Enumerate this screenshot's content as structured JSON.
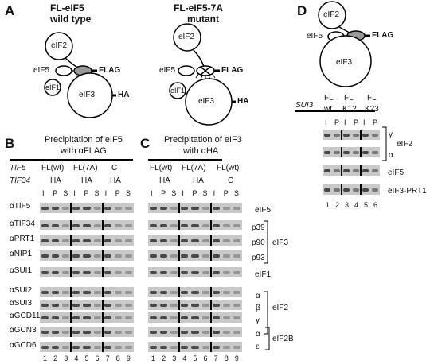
{
  "panelA": {
    "letter": "A",
    "wt_title_1": "FL-eIF5",
    "wt_title_2": "wild type",
    "mut_title_1": "FL-eIF5-7A",
    "mut_title_2": "mutant",
    "eIF2": "eIF2",
    "eIF5": "eIF5",
    "eIF1": "eIF1",
    "eIF3": "eIF3",
    "FLAG": "FLAG",
    "HA": "HA"
  },
  "panelB": {
    "letter": "B",
    "title_1": "Precipitation of eIF5",
    "title_2": "with αFLAG",
    "gene1": "TIF5",
    "gene2": "TIF34",
    "groups": [
      "FL(wt)",
      "FL(7A)",
      "C"
    ],
    "tag": [
      "HA",
      "HA",
      "HA"
    ],
    "lanes": [
      "I",
      "P",
      "S",
      "I",
      "P",
      "S",
      "I",
      "P",
      "S"
    ],
    "lane_numbers": [
      "1",
      "2",
      "3",
      "4",
      "5",
      "6",
      "7",
      "8",
      "9"
    ],
    "antibodies": [
      "αTIF5",
      "αTIF34",
      "αPRT1",
      "αNIP1",
      "αSUI1",
      "αSUI2",
      "αSUI3",
      "αGCD11",
      "αGCN3",
      "αGCD6"
    ]
  },
  "panelC": {
    "letter": "C",
    "title_1": "Precipitation of eIF3",
    "title_2": "with αHA",
    "groups": [
      "FL(wt)",
      "FL(7A)",
      "FL(wt)"
    ],
    "tag": [
      "HA",
      "HA",
      "C"
    ],
    "lanes": [
      "I",
      "P",
      "S",
      "I",
      "P",
      "S",
      "I",
      "P",
      "S"
    ],
    "lane_numbers": [
      "1",
      "2",
      "3",
      "4",
      "5",
      "6",
      "7",
      "8",
      "9"
    ],
    "right_labels": {
      "eIF5": "eIF5",
      "p39": "p39",
      "p90": "p90",
      "p93": "p93",
      "eIF3": "eIF3",
      "eIF1": "eIF1",
      "alpha": "α",
      "beta": "β",
      "gamma": "γ",
      "eIF2": "eIF2",
      "alpha2": "α",
      "epsilon": "ε",
      "eIF2B": "eIF2B"
    }
  },
  "panelD": {
    "letter": "D",
    "eIF2": "eIF2",
    "eIF5": "eIF5",
    "eIF3": "eIF3",
    "FLAG": "FLAG",
    "gene": "SUI3",
    "groups_top": [
      "FL",
      "FL",
      "FL"
    ],
    "groups_bottom": [
      "wt",
      "K12",
      "K23"
    ],
    "lanes": [
      "I",
      "P",
      "I",
      "P",
      "I",
      "P"
    ],
    "lane_numbers": [
      "1",
      "2",
      "3",
      "4",
      "5",
      "6"
    ],
    "labels": {
      "gamma": "γ",
      "alpha": "α",
      "eIF2": "eIF2",
      "eIF5": "eIF5",
      "eIF3prt1": "eIF3-PRT1"
    }
  }
}
